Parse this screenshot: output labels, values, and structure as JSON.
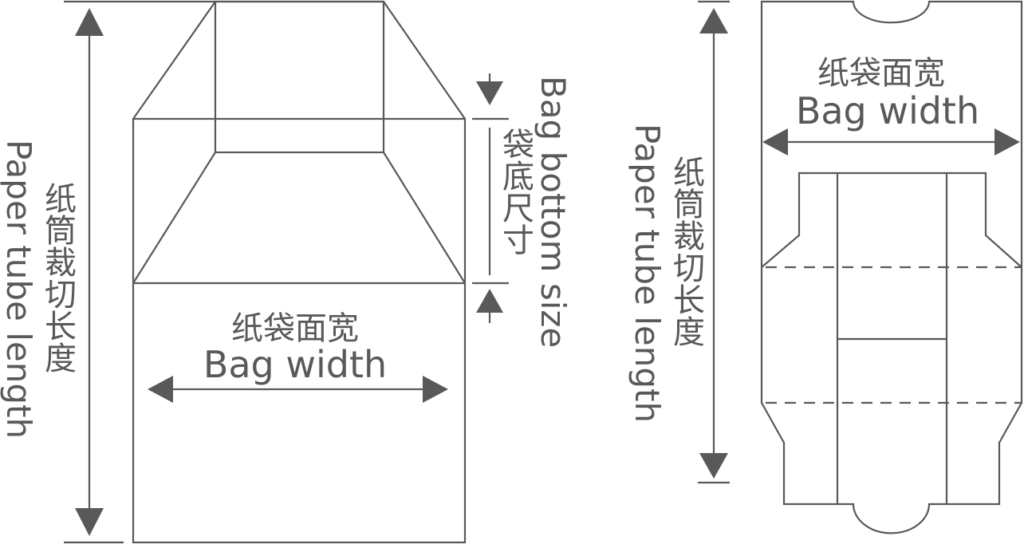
{
  "left_figure": {
    "tube_length_cn": "纸筒裁切长度",
    "tube_length_en": "Paper tube length",
    "bottom_size_cn": "袋底尺寸",
    "bottom_size_en": "Bag bottom size",
    "width_cn": "纸袋面宽",
    "width_en": "Bag width"
  },
  "right_figure": {
    "width_cn": "纸袋面宽",
    "width_en": "Bag width",
    "tube_length_cn": "纸筒裁切长度",
    "tube_length_en": "Paper tube length"
  },
  "colors": {
    "line": "#595959",
    "background": "#ffffff"
  }
}
